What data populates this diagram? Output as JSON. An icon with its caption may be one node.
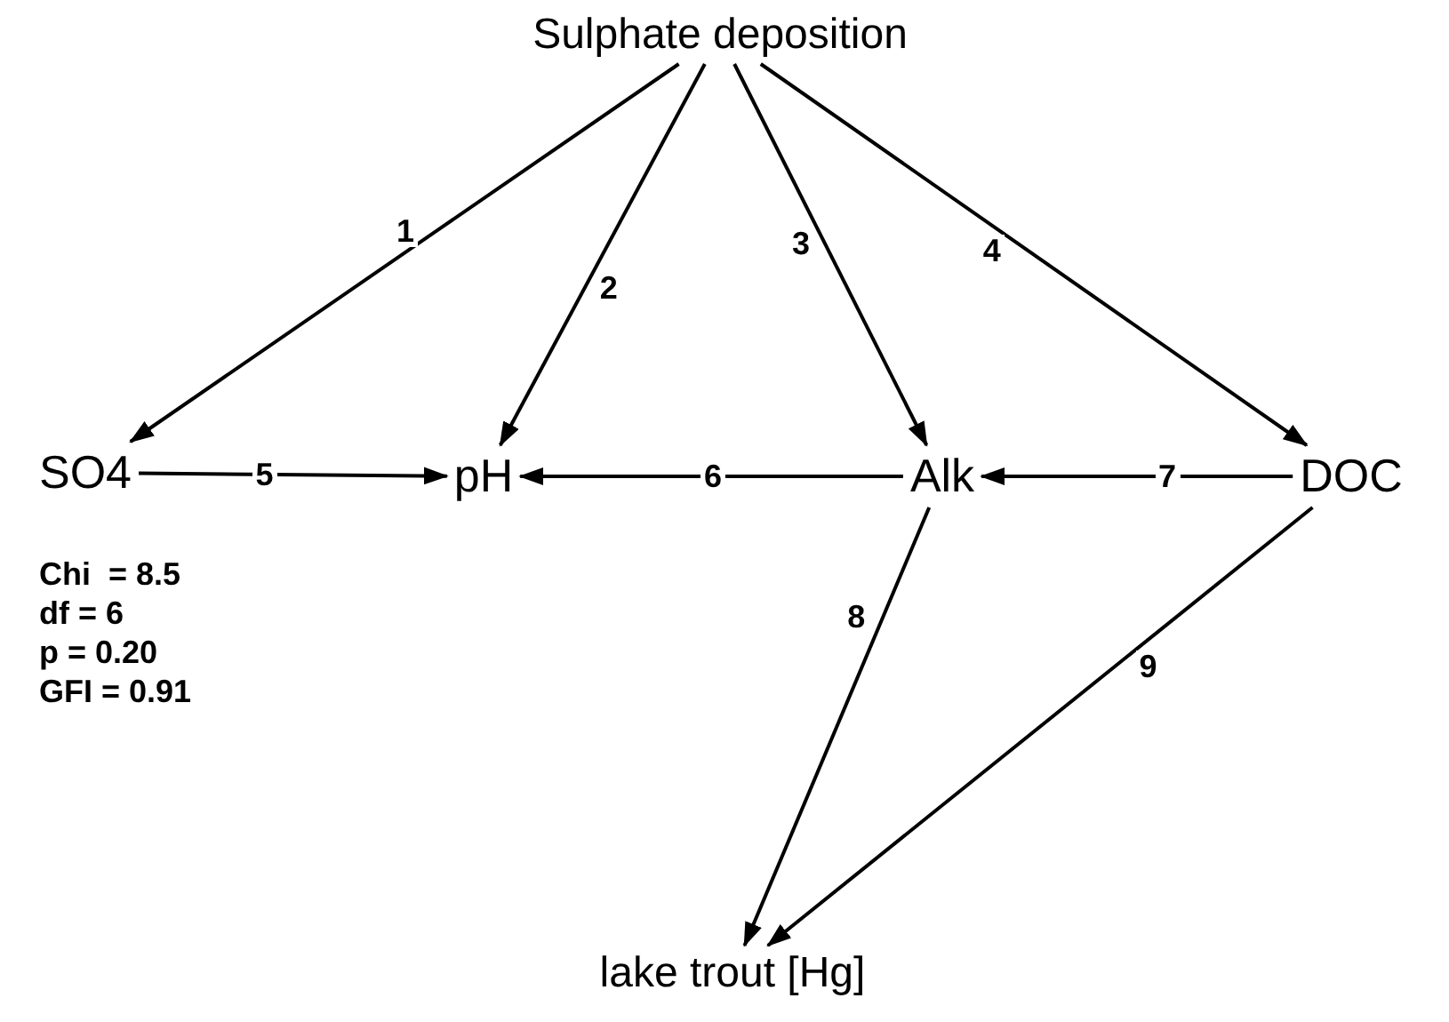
{
  "diagram": {
    "nodes": [
      {
        "text": [
          "Sulphate deposition"
        ]
      },
      {
        "text": [
          "SO4"
        ]
      },
      {
        "text": [
          "pH"
        ]
      },
      {
        "text": [
          "Alk"
        ]
      },
      {
        "text": [
          "DOC"
        ]
      },
      {
        "text": [
          "lake trout [Hg]"
        ]
      }
    ],
    "edges": [
      {
        "from": 0,
        "to": 1,
        "arrow": "to",
        "label": "1"
      },
      {
        "from": 0,
        "to": 2,
        "arrow": "to",
        "label": "2"
      },
      {
        "from": 0,
        "to": 3,
        "arrow": "to",
        "label": "3"
      },
      {
        "from": 0,
        "to": 4,
        "arrow": "to",
        "label": "4"
      },
      {
        "from": 1,
        "to": 2,
        "arrow": "to",
        "label": "5"
      },
      {
        "from": 3,
        "to": 2,
        "arrow": "to",
        "label": "6"
      },
      {
        "from": 4,
        "to": 3,
        "arrow": "to",
        "label": "7"
      },
      {
        "from": 3,
        "to": 5,
        "arrow": "to",
        "label": "8"
      },
      {
        "from": 4,
        "to": 5,
        "arrow": "to",
        "label": "9"
      }
    ],
    "labels": [
      "Chi  = 8.5",
      "df = 6",
      "p = 0.20",
      "GFI = 0.91"
    ]
  }
}
